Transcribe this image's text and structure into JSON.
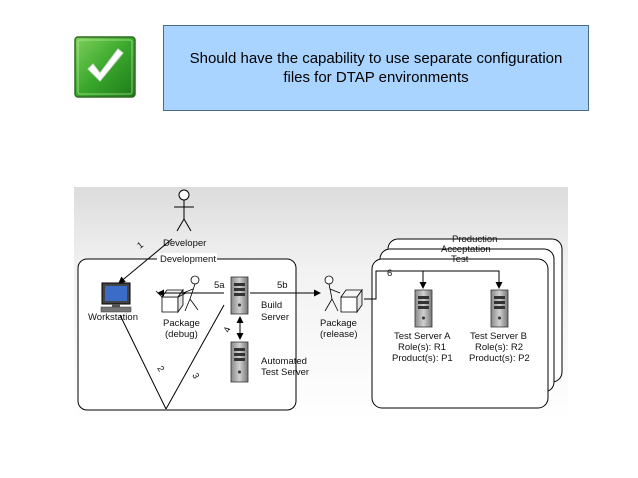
{
  "header": {
    "title": "Should have the capability to use separate configuration files for DTAP environments",
    "icon": "checkmark-icon",
    "accent_color": "#a9d4ff"
  },
  "diagram": {
    "developer_label": "Developer",
    "development_label": "Development",
    "workstation_label": "Workstation",
    "package_debug_label_1": "Package",
    "package_debug_label_2": "(debug)",
    "build_server_label_1": "Build",
    "build_server_label_2": "Server",
    "automated_label_1": "Automated",
    "automated_label_2": "Test Server",
    "package_release_label_1": "Package",
    "package_release_label_2": "(release)",
    "production_label": "Production",
    "acceptation_label": "Acceptation",
    "test_label": "Test",
    "test_server_a": {
      "name": "Test Server A",
      "role": "Role(s): R1",
      "product": "Product(s): P1"
    },
    "test_server_b": {
      "name": "Test Server B",
      "role": "Role(s): R2",
      "product": "Product(s): P2"
    },
    "step_1": "1",
    "step_2": "2",
    "step_3": "3",
    "step_4": "4",
    "step_5a": "5a",
    "step_5b": "5b",
    "step_6": "6"
  }
}
